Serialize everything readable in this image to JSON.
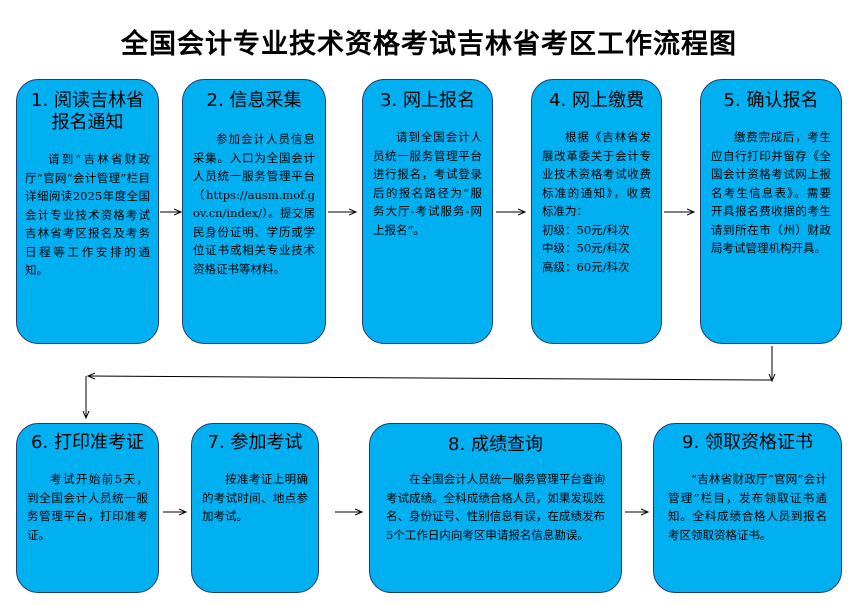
{
  "title": "全国会计专业技术资格考试吉林省考区工作流程图",
  "steps": [
    {
      "heading": "1. 阅读吉林省\n报名通知",
      "text": "请到“吉林省财政厅”官网“会计管理”栏目详细阅读2025年度全国会计专业技术资格考试吉林省考区报名及考务日程等工作安排的通知。"
    },
    {
      "heading": "2. 信息采集",
      "text": "参加会计人员信息采集。入口为全国会计人员统一服务管理平台（https://ausm.mof.gov.cn/index/）。提交居民身份证明、学历或学位证书或相关专业技术资格证书等材料。"
    },
    {
      "heading": "3. 网上报名",
      "text": "请到全国会计人员统一服务管理平台进行报名，考试登录后的报名路径为“服务大厅-考试服务-网上报名”。"
    },
    {
      "heading": "4. 网上缴费",
      "text": "根据《吉林省发展改革委关于会计专业技术资格考试收费标准的通知》，收费标准为：\n初级：50元/科次\n中级：50元/科次\n高级：60元/科次"
    },
    {
      "heading": "5. 确认报名",
      "text": "缴费完成后，考生应自行打印并留存《全国会计资格考试网上报名考生信息表》。需要开具报名费收据的考生请到所在市（州）财政局考试管理机构开具。"
    },
    {
      "heading": "6. 打印准考证",
      "text": "考试开始前5天，到全国会计人员统一服务管理平台，打印准考证。"
    },
    {
      "heading": "7. 参加考试",
      "text": "按准考证上明确的考试时间、地点参加考试。"
    },
    {
      "heading": "8. 成绩查询",
      "text": "在全国会计人员统一服务管理平台查询考试成绩。全科成绩合格人员，如果发现姓名、身份证号、性别信息有误，在成绩发布5个工作日内向考区申请报名信息勘误。"
    },
    {
      "heading": "9. 领取资格证书",
      "text": "“吉林省财政厅”官网“会计管理”栏目，发布领取证书通知。全科成绩合格人员到报名考区领取资格证书。"
    }
  ]
}
